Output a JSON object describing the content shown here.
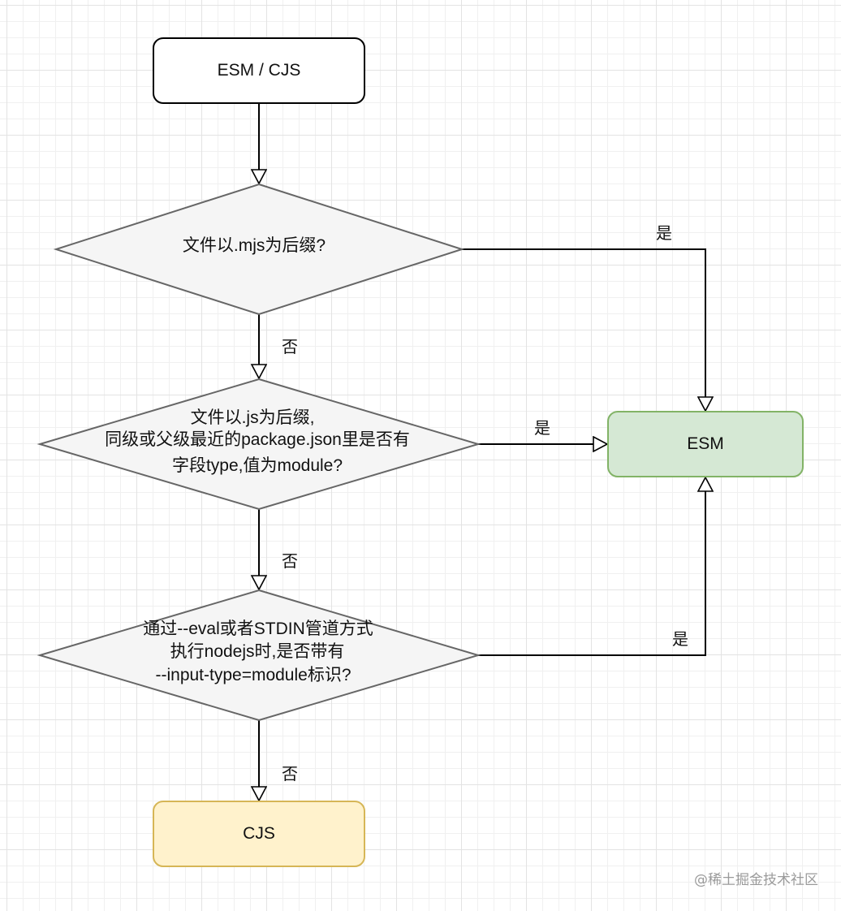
{
  "nodes": {
    "start": {
      "label": "ESM / CJS"
    },
    "q1": {
      "lines": [
        "文件以.mjs为后缀?"
      ]
    },
    "q2": {
      "lines": [
        "文件以.js为后缀,",
        "同级或父级最近的package.json里是否有",
        "字段type,值为module?"
      ]
    },
    "q3": {
      "lines": [
        "通过--eval或者STDIN管道方式",
        "执行nodejs时,是否带有",
        "--input-type=module标识?"
      ]
    },
    "esm": {
      "label": "ESM"
    },
    "cjs": {
      "label": "CJS"
    }
  },
  "edges": {
    "q1_yes": "是",
    "q1_no": "否",
    "q2_yes": "是",
    "q2_no": "否",
    "q3_yes": "是",
    "q3_no": "否"
  },
  "colors": {
    "esm_fill": "#d5e8d4",
    "esm_stroke": "#82b366",
    "cjs_fill": "#fff2cc",
    "cjs_stroke": "#d6b656",
    "decision_fill": "#f5f5f5",
    "decision_stroke": "#666666"
  },
  "watermark": "@稀土掘金技术社区"
}
